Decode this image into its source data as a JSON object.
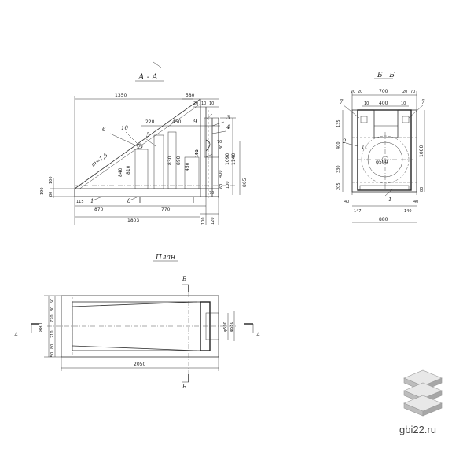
{
  "titles": {
    "section_aa": "А - А",
    "section_bb": "Б - Б",
    "plan": "План"
  },
  "section_aa": {
    "dims": [
      "1350",
      "580",
      "20",
      "10",
      "10",
      "220",
      "450",
      "9",
      "3",
      "4",
      "6",
      "10",
      "5",
      "m=1,5",
      "2",
      "840",
      "810",
      "830",
      "890",
      "450",
      "1090",
      "1140",
      "400",
      "190",
      "30",
      "70",
      "60",
      "70",
      "100",
      "865",
      "190",
      "100",
      "80",
      "115",
      "1",
      "8",
      "870",
      "770",
      "1803",
      "100",
      "120"
    ]
  },
  "section_bb": {
    "dims": [
      "70",
      "20",
      "700",
      "20",
      "70",
      "10",
      "400",
      "10",
      "7",
      "7",
      "135",
      "400",
      "330",
      "205",
      "2",
      "11",
      "φ500",
      "1000",
      "80",
      "40",
      "147",
      "1",
      "140",
      "40",
      "880"
    ]
  },
  "plan": {
    "dims": [
      "Б",
      "А",
      "А",
      "Б",
      "880",
      "50",
      "80",
      "770",
      "210",
      "80",
      "50",
      "φ500",
      "φ550",
      "2050"
    ]
  },
  "watermark": {
    "site": "gbi22.ru"
  }
}
